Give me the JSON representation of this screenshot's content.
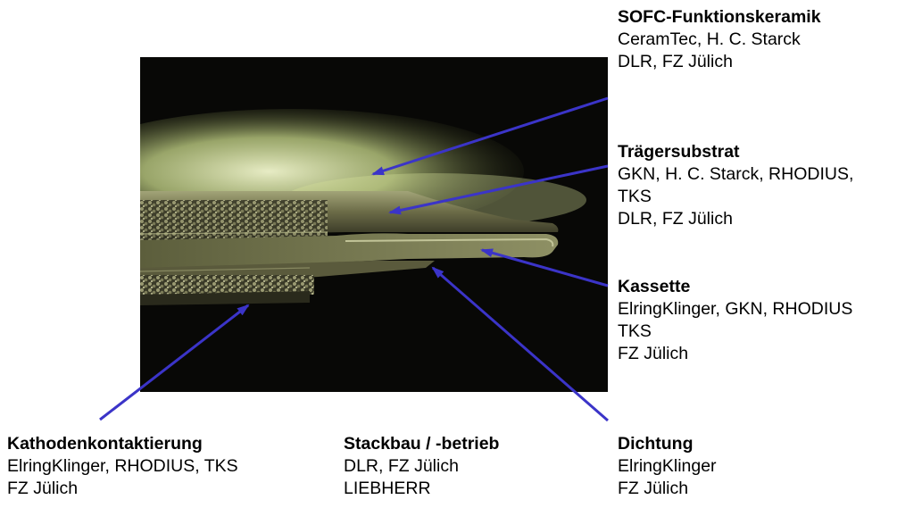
{
  "image_caption_hidden": "",
  "colors": {
    "arrow": "#3b34c8",
    "photo_background": "#080806",
    "ceramic_glow": "#e9f2b8",
    "metal": "#8a8a5e"
  },
  "labels": {
    "sofc": {
      "title": "SOFC-Funktionskeramik",
      "lines": [
        "CeramTec, H. C. Starck",
        "DLR, FZ Jülich"
      ]
    },
    "traegersubstrat": {
      "title": "Trägersubstrat",
      "lines": [
        "GKN, H. C. Starck, RHODIUS,",
        "TKS",
        "DLR, FZ Jülich"
      ]
    },
    "kassette": {
      "title": "Kassette",
      "lines": [
        "ElringKlinger, GKN, RHODIUS",
        "TKS",
        "FZ Jülich"
      ]
    },
    "kathodenkontaktierung": {
      "title": "Kathodenkontaktierung",
      "lines": [
        "ElringKlinger, RHODIUS, TKS",
        "FZ Jülich"
      ]
    },
    "stackbau": {
      "title": "Stackbau / -betrieb",
      "lines": [
        "DLR, FZ Jülich",
        "LIEBHERR"
      ]
    },
    "dichtung": {
      "title": "Dichtung",
      "lines": [
        "ElringKlinger",
        "FZ Jülich"
      ]
    }
  }
}
